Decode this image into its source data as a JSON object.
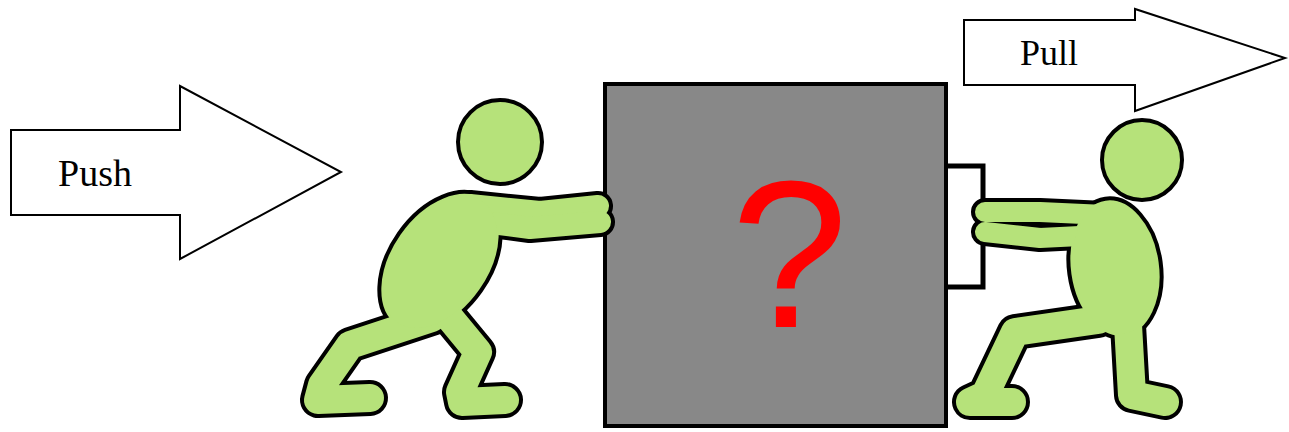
{
  "diagram": {
    "nodes": [
      {
        "text": [
          "Push"
        ]
      },
      {
        "text": [
          "?"
        ]
      },
      {
        "text": [
          "Pull"
        ]
      }
    ]
  }
}
